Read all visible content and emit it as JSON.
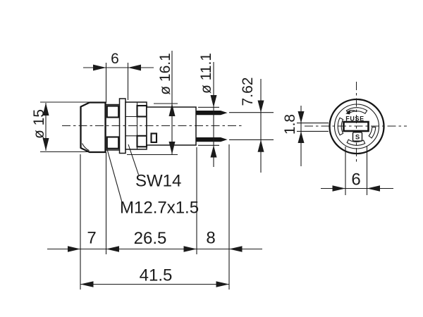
{
  "drawing": {
    "kind": "fuse-holder dimension drawing",
    "side_view": {
      "labels": {
        "hex": "SW14",
        "thread": "M12.7x1.5"
      },
      "dims": {
        "knurl_width": "6",
        "flange_diameter": "ø 16.1",
        "body_diameter": "ø 11.1",
        "pin_pitch": "7.62",
        "cap_diameter": "ø 15",
        "cap_length": "7",
        "body_length": "26.5",
        "pin_length": "8",
        "overall_length": "41.5"
      }
    },
    "front_view": {
      "dims": {
        "slot_depth": "1.8",
        "slot_width": "6"
      },
      "text": {
        "fuse": "FUSE",
        "logo": "S"
      }
    }
  }
}
